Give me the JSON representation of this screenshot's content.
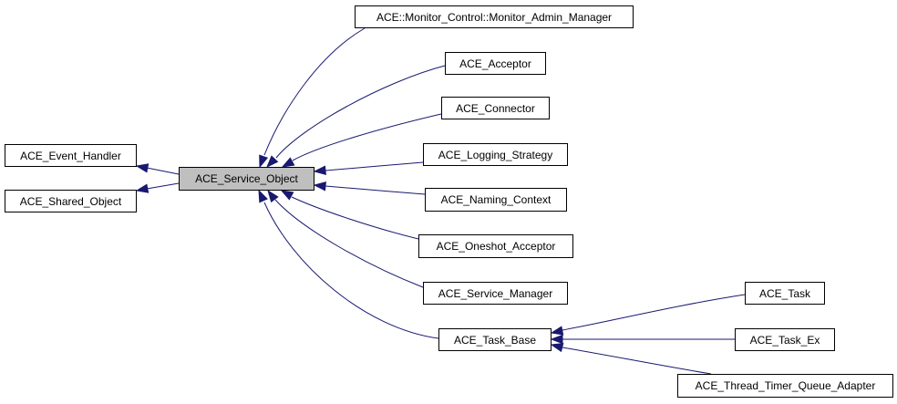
{
  "colors": {
    "edge": "#191970",
    "focus_fill": "#bfbfbf",
    "node_border": "#000000"
  },
  "nodes": {
    "event_handler": "ACE_Event_Handler",
    "shared_object": "ACE_Shared_Object",
    "service_object": "ACE_Service_Object",
    "monitor_admin_manager": "ACE::Monitor_Control::Monitor_Admin_Manager",
    "acceptor": "ACE_Acceptor",
    "connector": "ACE_Connector",
    "logging_strategy": "ACE_Logging_Strategy",
    "naming_context": "ACE_Naming_Context",
    "oneshot_acceptor": "ACE_Oneshot_Acceptor",
    "service_manager": "ACE_Service_Manager",
    "task_base": "ACE_Task_Base",
    "task": "ACE_Task",
    "task_ex": "ACE_Task_Ex",
    "thread_timer_queue_adapter": "ACE_Thread_Timer_Queue_Adapter"
  },
  "edges": [
    {
      "from": "service_object",
      "to": "event_handler"
    },
    {
      "from": "service_object",
      "to": "shared_object"
    },
    {
      "from": "monitor_admin_manager",
      "to": "service_object"
    },
    {
      "from": "acceptor",
      "to": "service_object"
    },
    {
      "from": "connector",
      "to": "service_object"
    },
    {
      "from": "logging_strategy",
      "to": "service_object"
    },
    {
      "from": "naming_context",
      "to": "service_object"
    },
    {
      "from": "oneshot_acceptor",
      "to": "service_object"
    },
    {
      "from": "service_manager",
      "to": "service_object"
    },
    {
      "from": "task_base",
      "to": "service_object"
    },
    {
      "from": "task",
      "to": "task_base"
    },
    {
      "from": "task_ex",
      "to": "task_base"
    },
    {
      "from": "thread_timer_queue_adapter",
      "to": "task_base"
    }
  ]
}
